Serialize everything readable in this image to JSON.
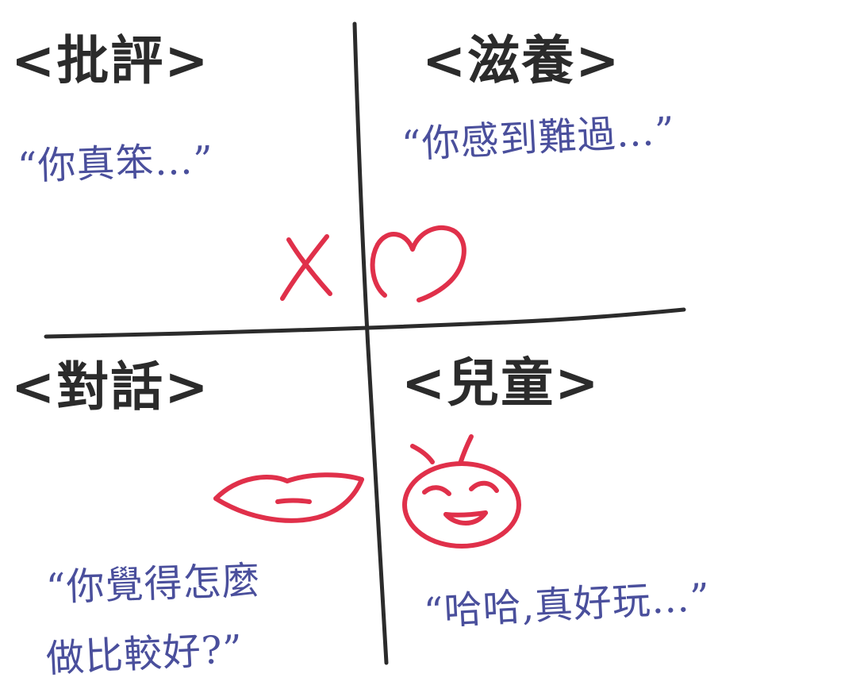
{
  "quadrants": {
    "top_left": {
      "heading": "<批評>",
      "quote": "“你真笨…”",
      "symbol": "x-mark-icon"
    },
    "top_right": {
      "heading": "<滋養>",
      "quote": "“你感到難過…”",
      "symbol": "heart-icon"
    },
    "bottom_left": {
      "heading": "<對話>",
      "quote_line1": "“你覺得怎麼",
      "quote_line2": "做比較好?”",
      "symbol": "lips-icon"
    },
    "bottom_right": {
      "heading": "<兒童>",
      "quote": "“哈哈,真好玩…”",
      "symbol": "smiley-face-icon"
    }
  },
  "colors": {
    "ink_black": "#2b2b2b",
    "ink_blue": "#4a4f9c",
    "ink_red": "#e0304a",
    "paper": "#ffffff"
  }
}
